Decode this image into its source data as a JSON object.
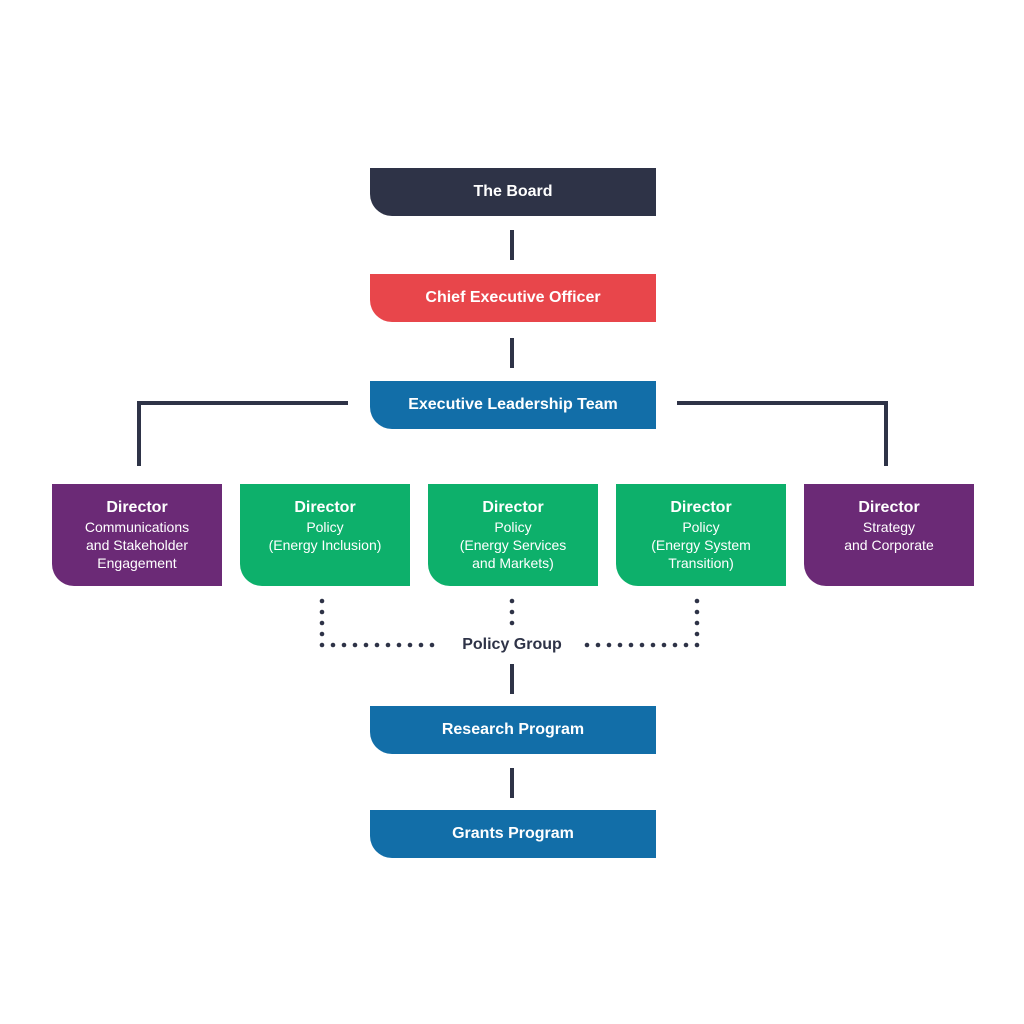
{
  "colors": {
    "navy": "#2e3347",
    "red": "#e8464b",
    "blue": "#126ea8",
    "green": "#0db06b",
    "purple": "#6b2a76",
    "connector": "#2e3347"
  },
  "board": {
    "label": "The Board"
  },
  "ceo": {
    "label": "Chief Executive Officer"
  },
  "elt": {
    "label": "Executive Leadership Team"
  },
  "directors": [
    {
      "title": "Director",
      "lines": [
        "Communications",
        "and Stakeholder",
        "Engagement"
      ],
      "color": "purple"
    },
    {
      "title": "Director",
      "lines": [
        "Policy",
        "(Energy Inclusion)"
      ],
      "color": "green"
    },
    {
      "title": "Director",
      "lines": [
        "Policy",
        "(Energy Services",
        "and Markets)"
      ],
      "color": "green"
    },
    {
      "title": "Director",
      "lines": [
        "Policy",
        "(Energy System",
        "Transition)"
      ],
      "color": "green"
    },
    {
      "title": "Director",
      "lines": [
        "Strategy",
        "and Corporate"
      ],
      "color": "purple"
    }
  ],
  "policy_group": {
    "label": "Policy Group"
  },
  "research": {
    "label": "Research Program"
  },
  "grants": {
    "label": "Grants Program"
  }
}
